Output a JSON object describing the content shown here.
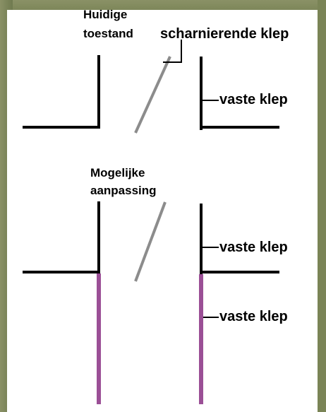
{
  "labels": {
    "current_state_line1": "Huidige",
    "current_state_line2": "toestand",
    "hinged_valve": "scharnierende klep",
    "fixed_valve_top": "vaste klep",
    "possible_adjustment_line1": "Mogelijke",
    "possible_adjustment_line2": "aanpassing",
    "fixed_valve_mid": "vaste klep",
    "fixed_valve_bottom": "vaste klep"
  },
  "colors": {
    "line": "#000000",
    "hinged": "#8c8c8c",
    "extension": "#9b4f96",
    "background": "#ffffff",
    "frame": "#7f8a5a"
  }
}
